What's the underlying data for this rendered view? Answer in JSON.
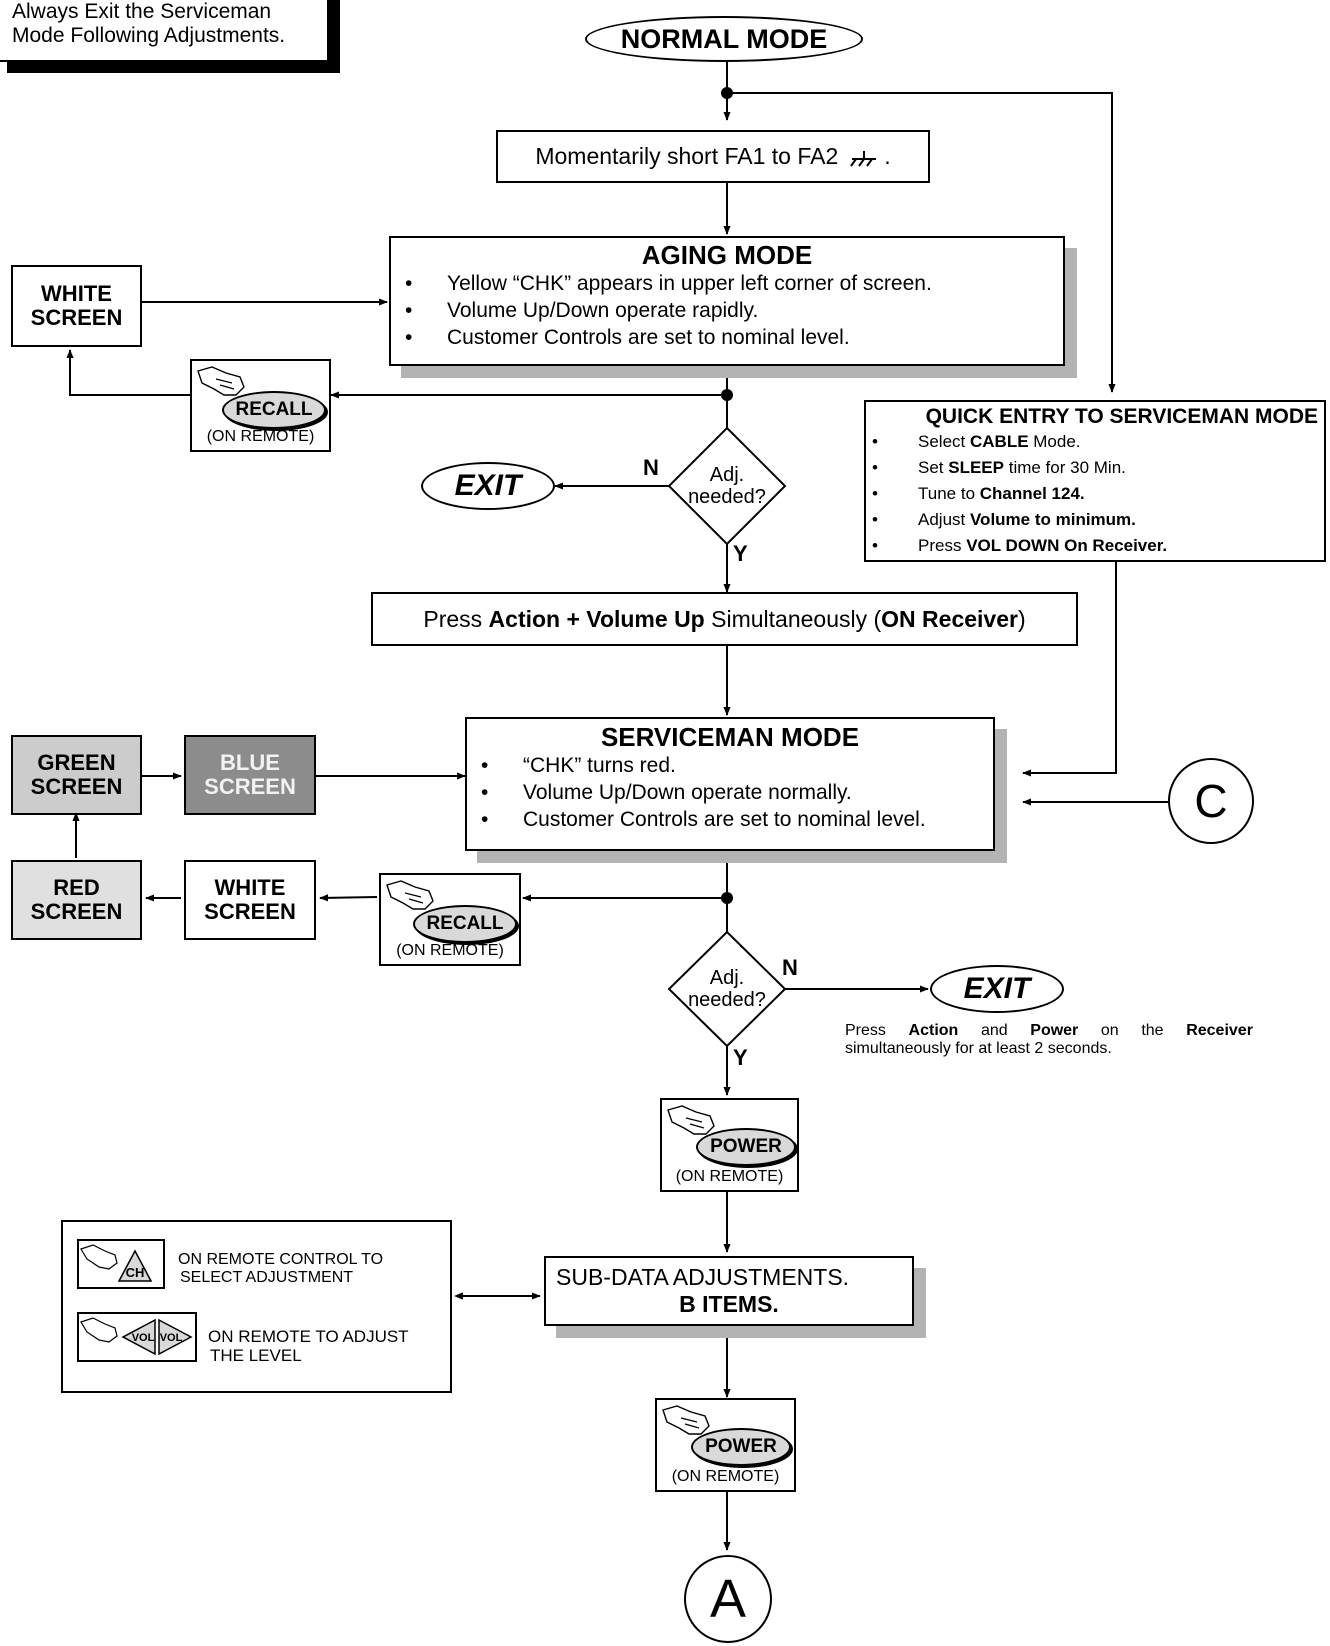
{
  "note": [
    "Always Exit the Serviceman",
    "Mode Following Adjustments."
  ],
  "normal_mode": "NORMAL MODE",
  "short_step": {
    "text": "Momentarily short FA1 to FA2",
    "suffix": "."
  },
  "aging": {
    "title": "AGING MODE",
    "bullets": [
      "Yellow “CHK” appears in upper left corner of screen.",
      "Volume Up/Down operate rapidly.",
      "Customer Controls are set to nominal level."
    ]
  },
  "white_screen_top": [
    "WHITE",
    "SCREEN"
  ],
  "recall_button": "RECALL",
  "power_button": "POWER",
  "on_remote": "(ON REMOTE)",
  "decision": {
    "line1": "Adj.",
    "line2": "needed?",
    "no": "N",
    "yes": "Y"
  },
  "exit": "EXIT",
  "quick_entry": {
    "title": "QUICK ENTRY TO SERVICEMAN MODE",
    "items": [
      {
        "pre": "Select ",
        "bold": "CABLE",
        "post": " Mode."
      },
      {
        "pre": "Set ",
        "bold": "SLEEP",
        "post": " time for 30 Min."
      },
      {
        "pre": "Tune to ",
        "bold": "Channel 124.",
        "post": ""
      },
      {
        "pre": "Adjust ",
        "bold": "Volume to minimum.",
        "post": ""
      },
      {
        "pre": "Press ",
        "bold": "VOL DOWN On Receiver.",
        "post": ""
      }
    ]
  },
  "press_step": {
    "p1": "Press ",
    "b1": "Action + Volume Up",
    "p2": " Simultaneously (",
    "b2": "ON Receiver",
    "p3": ")"
  },
  "serviceman": {
    "title": "SERVICEMAN MODE",
    "bullets": [
      "“CHK” turns red.",
      "Volume Up/Down operate normally.",
      "Customer Controls are set to nominal level."
    ]
  },
  "green_screen": [
    "GREEN",
    "SCREEN"
  ],
  "blue_screen": [
    "BLUE",
    "SCREEN"
  ],
  "red_screen": [
    "RED",
    "SCREEN"
  ],
  "white_screen_bottom": [
    "WHITE",
    "SCREEN"
  ],
  "connector_c": "C",
  "connector_a": "A",
  "exit_note": {
    "p1": "Press ",
    "b1": "Action",
    "p2": " and ",
    "b2": "Power",
    "p3": " on the ",
    "b3": "Receiver",
    "line2": "simultaneously for at least 2 seconds."
  },
  "legend": {
    "ch_key": "CH",
    "ch_text": [
      "ON REMOTE CONTROL TO",
      "SELECT ADJUSTMENT"
    ],
    "vol_key": "VOL",
    "vol_text": [
      "ON REMOTE TO ADJUST",
      "THE LEVEL"
    ]
  },
  "subdata": {
    "line1": "SUB-DATA ADJUSTMENTS.",
    "line2": "B ITEMS."
  },
  "colors": {
    "green_screen": "#cccccc",
    "blue_screen": "#8c8c8c",
    "red_screen": "#e0e0e0",
    "shadow": "#b3b3b3",
    "button_fill": "#d9d9d9"
  }
}
